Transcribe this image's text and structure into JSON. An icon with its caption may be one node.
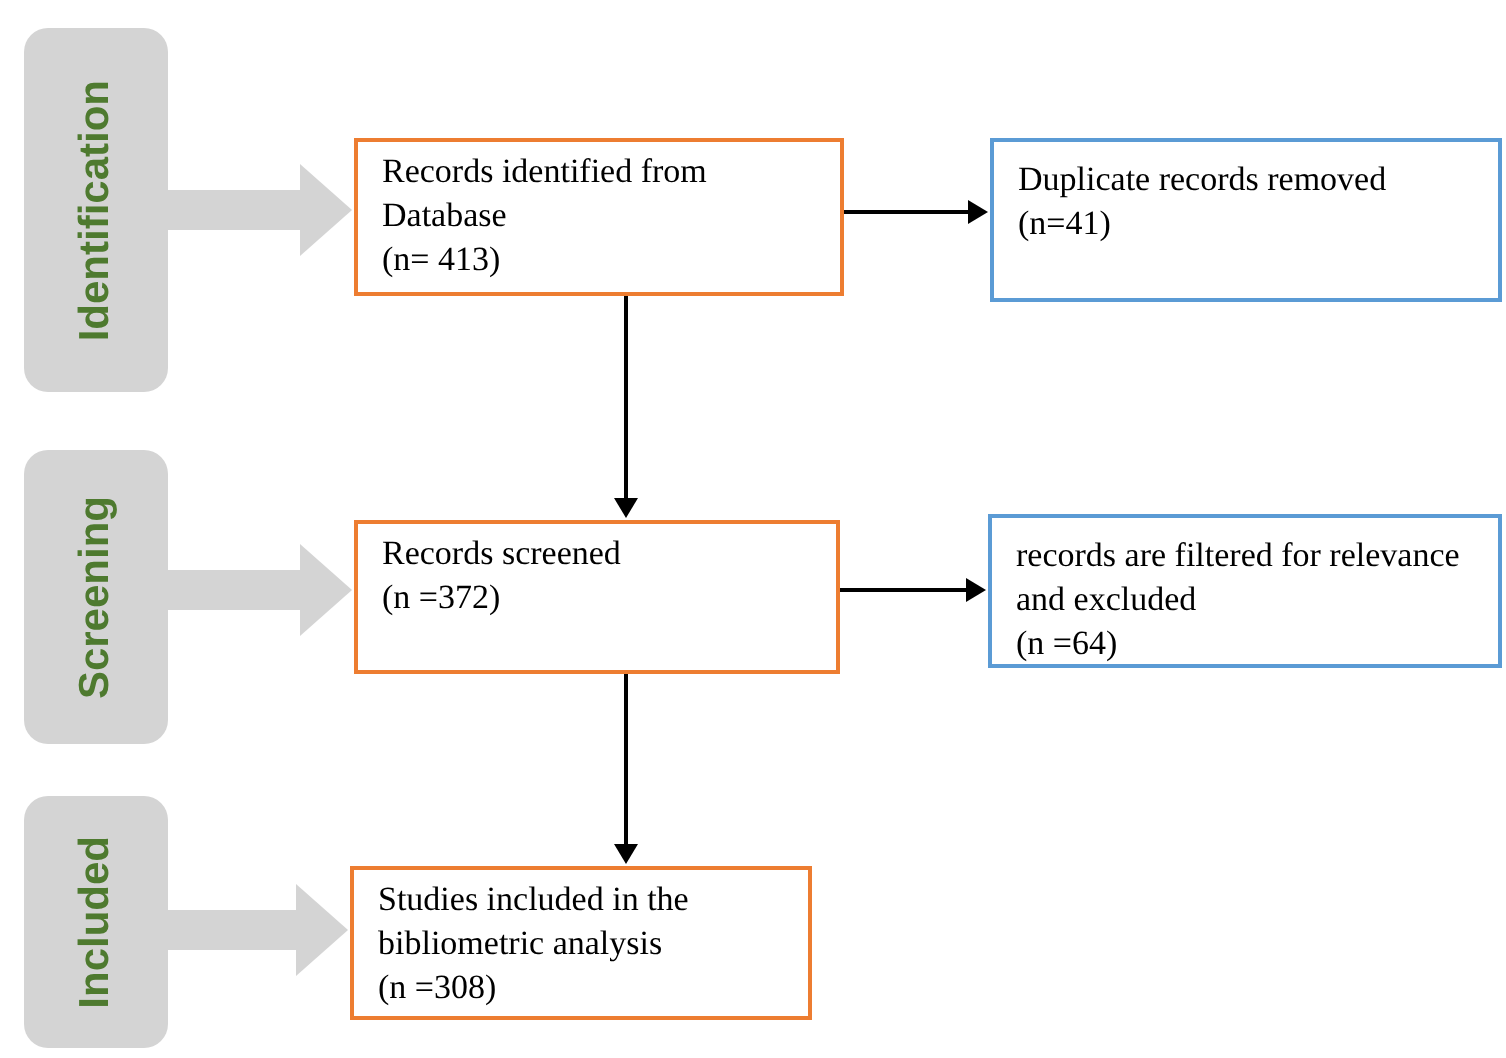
{
  "diagram": {
    "nodes": [
      {
        "text": [
          "Identification"
        ]
      },
      {
        "text": [
          "Records identified from Database",
          "(n= 413)"
        ]
      },
      {
        "text": [
          "Duplicate records removed",
          "(n=41)"
        ]
      },
      {
        "text": [
          "Screening"
        ]
      },
      {
        "text": [
          "Records screened",
          "(n =372)"
        ]
      },
      {
        "text": [
          "records are filtered for relevance and excluded",
          "(n =64)"
        ]
      },
      {
        "text": [
          "Included"
        ]
      },
      {
        "text": [
          "Studies included in the bibliometric analysis",
          "(n =308)"
        ]
      }
    ],
    "edges": [
      {
        "from": 0,
        "to": 1,
        "arrow": "to",
        "style": "thick",
        "color": "#d4d4d4"
      },
      {
        "from": 1,
        "to": 2,
        "arrow": "to"
      },
      {
        "from": 1,
        "to": 4,
        "arrow": "to"
      },
      {
        "from": 3,
        "to": 4,
        "arrow": "to",
        "style": "thick",
        "color": "#d4d4d4"
      },
      {
        "from": 4,
        "to": 5,
        "arrow": "to"
      },
      {
        "from": 4,
        "to": 7,
        "arrow": "to"
      },
      {
        "from": 6,
        "to": 7,
        "arrow": "to",
        "style": "thick",
        "color": "#d4d4d4"
      }
    ]
  }
}
